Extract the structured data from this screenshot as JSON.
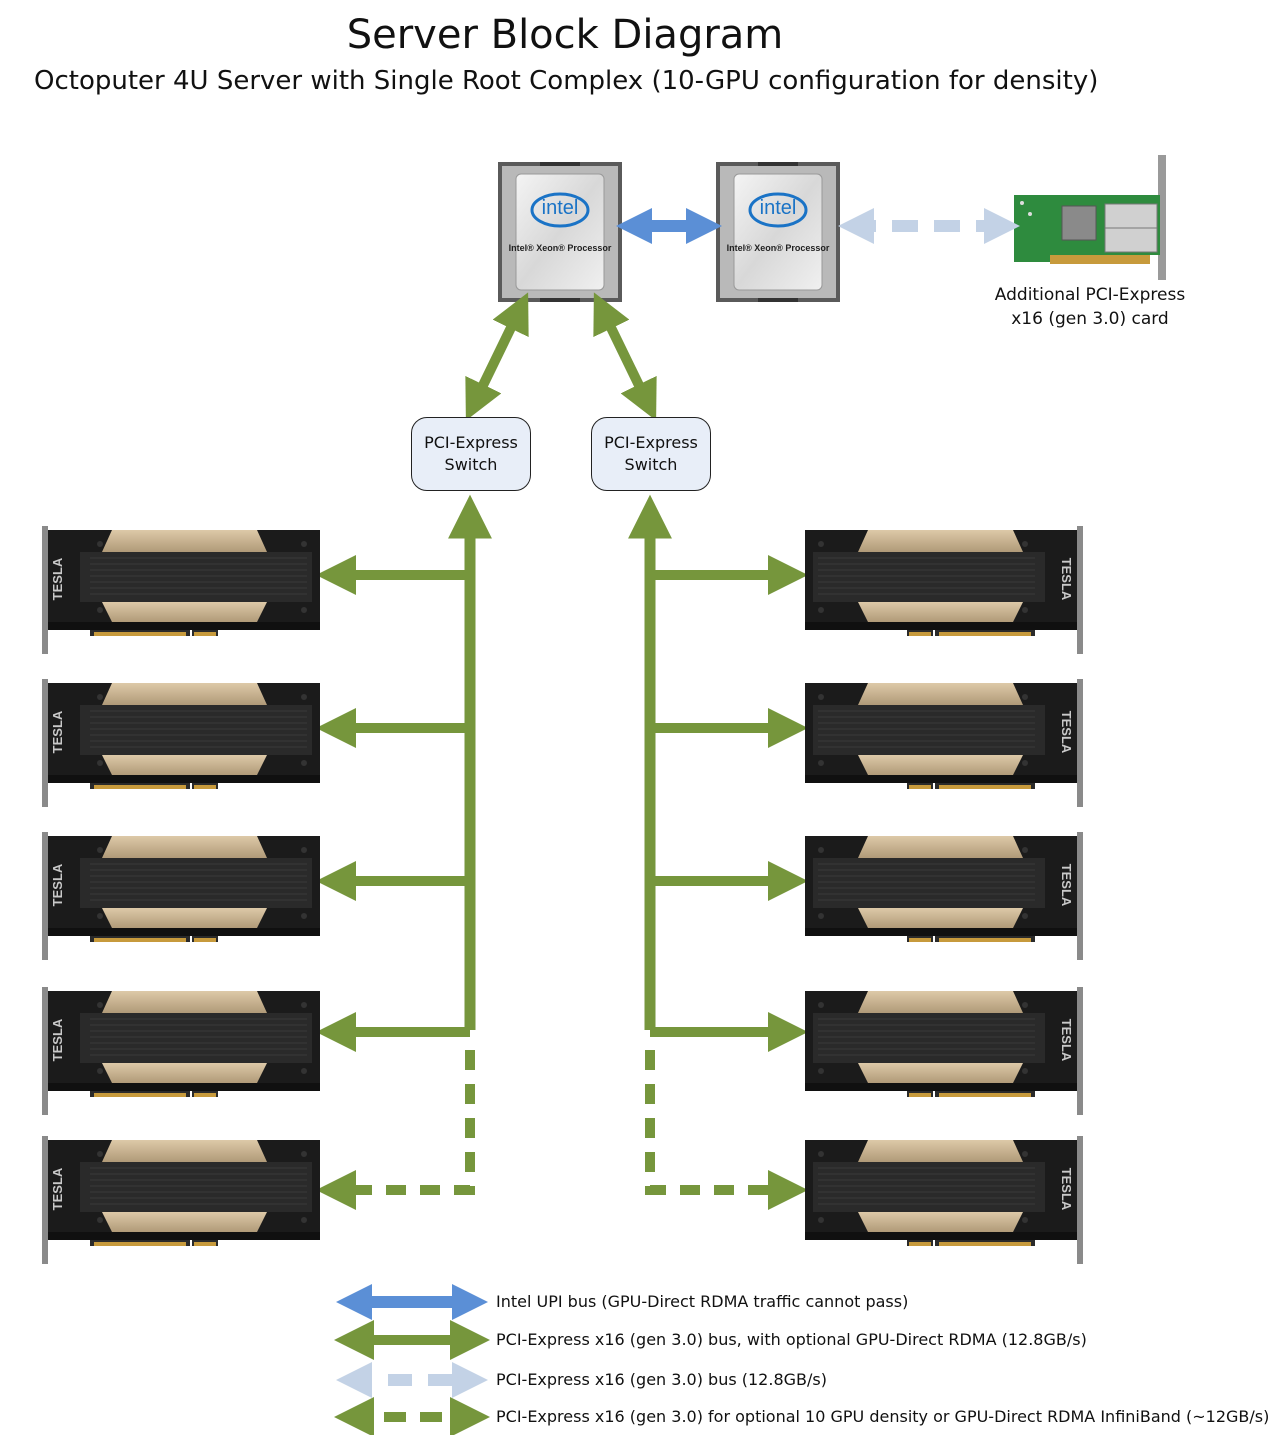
{
  "title": "Server Block Diagram",
  "subtitle": "Octoputer 4U Server with Single Root Complex (10-GPU configuration for density)",
  "colors": {
    "upi": "#5b8fd6",
    "pcie": "#76963c",
    "pcie_light": "#c3d2e6",
    "switch_fill": "#e8eef8",
    "gpu_body": "#1b1b1b",
    "gpu_gold": "#c8b394"
  },
  "cpus": [
    {
      "logo": "intel",
      "label": "Intel® Xeon® Processor"
    },
    {
      "logo": "intel",
      "label": "Intel® Xeon® Processor"
    }
  ],
  "switches": [
    {
      "line1": "PCI-Express",
      "line2": "Switch"
    },
    {
      "line1": "PCI-Express",
      "line2": "Switch"
    }
  ],
  "card": {
    "line1": "Additional PCI-Express",
    "line2": "x16 (gen 3.0) card"
  },
  "gpu_brand": "TESLA",
  "legend": [
    {
      "style": "upi",
      "text": "Intel UPI bus (GPU-Direct RDMA traffic cannot pass)"
    },
    {
      "style": "pcie",
      "text": "PCI-Express x16 (gen 3.0) bus, with optional GPU-Direct RDMA (12.8GB/s)"
    },
    {
      "style": "pcie-light-dashed",
      "text": "PCI-Express x16 (gen 3.0) bus (12.8GB/s)"
    },
    {
      "style": "pcie-dashed",
      "text": "PCI-Express x16 (gen 3.0) for optional 10 GPU density or GPU-Direct RDMA InfiniBand (~12GB/s)"
    }
  ]
}
